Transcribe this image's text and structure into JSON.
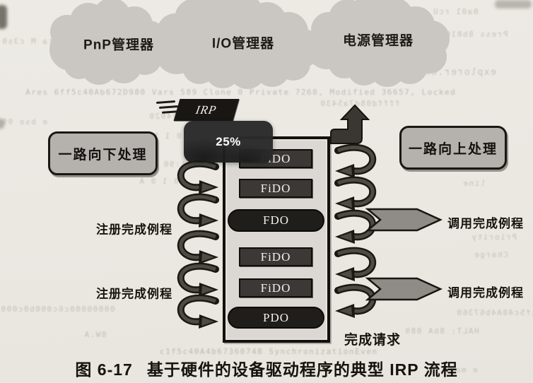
{
  "figure": {
    "clouds": [
      {
        "label": "PnP管理器"
      },
      {
        "label": "I/O管理器"
      },
      {
        "label": "电源管理器"
      }
    ],
    "irp_flag": {
      "label": "IRP"
    },
    "osd_overlay": {
      "value": "25%"
    },
    "flow_boxes": {
      "down": "一路向下处理",
      "up": "一路向上处理"
    },
    "stack": {
      "items": [
        {
          "label": "FiDO"
        },
        {
          "label": "FiDO"
        },
        {
          "label": "FDO"
        },
        {
          "label": "FiDO"
        },
        {
          "label": "FiDO"
        },
        {
          "label": "PDO"
        }
      ]
    },
    "left_labels": [
      "注册完成例程",
      "注册完成例程"
    ],
    "right_labels": [
      "调用完成例程",
      "调用完成例程"
    ],
    "complete_label": "完成请求",
    "caption": {
      "number": "图 6-17",
      "title": "基于硬件的设备驱动程序的典型 IRP 流程"
    }
  },
  "colors": {
    "page": "#ebe8e2",
    "cloud": "#cac7c2",
    "flow_box": "#b5b2ae",
    "stack_fill": "#dbd8d3",
    "node_rect": "#3b3835",
    "node_pill": "#201e1b",
    "arrow": "#4e4b45",
    "arrow_outline": "#1b1813",
    "chevron": "#8f8c87",
    "overlay_bg": "#2b2b2b"
  },
  "bleed_text": {
    "items": [
      "0a01 rcU J\\2 hPciCiA",
      "Press 8b81000 srslar",
      "Data M c3s0",
      "Ares 6ff5c40Ab672D980 Vars 589 Clone 0 Private 7260, Modified 36657, Locked",
      "ffffd08d7a5430",
      "explorer.exe",
      "e bso 09",
      "2524020",
      "s 0 1 5",
      "0A:90 1A",
      "line",
      "Priority",
      "Charge",
      "00000000c6c000b0c000",
      "1f5c40A4b67360",
      "HALT: 8bA 089",
      "c1f5c40A4b6736074B SynchronizationEven",
      "8W.A",
      "e mos",
      "0 1 0 A"
    ]
  }
}
